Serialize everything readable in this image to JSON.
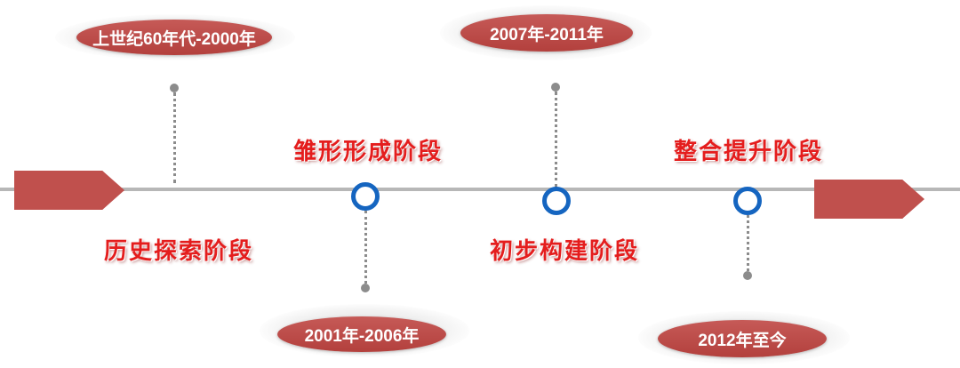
{
  "timeline": {
    "stages": [
      {
        "period": "上世纪60年代-2000年",
        "label": "历史探索阶段"
      },
      {
        "period": "2001年-2006年",
        "label": "雏形形成阶段"
      },
      {
        "period": "2007年-2011年",
        "label": "初步构建阶段"
      },
      {
        "period": "2012年至今",
        "label": "整合提升阶段"
      }
    ]
  },
  "colors": {
    "pill": "#c0504d",
    "label": "#e41d1d",
    "ring": "#1565c0",
    "line": "#b7b7b7"
  }
}
